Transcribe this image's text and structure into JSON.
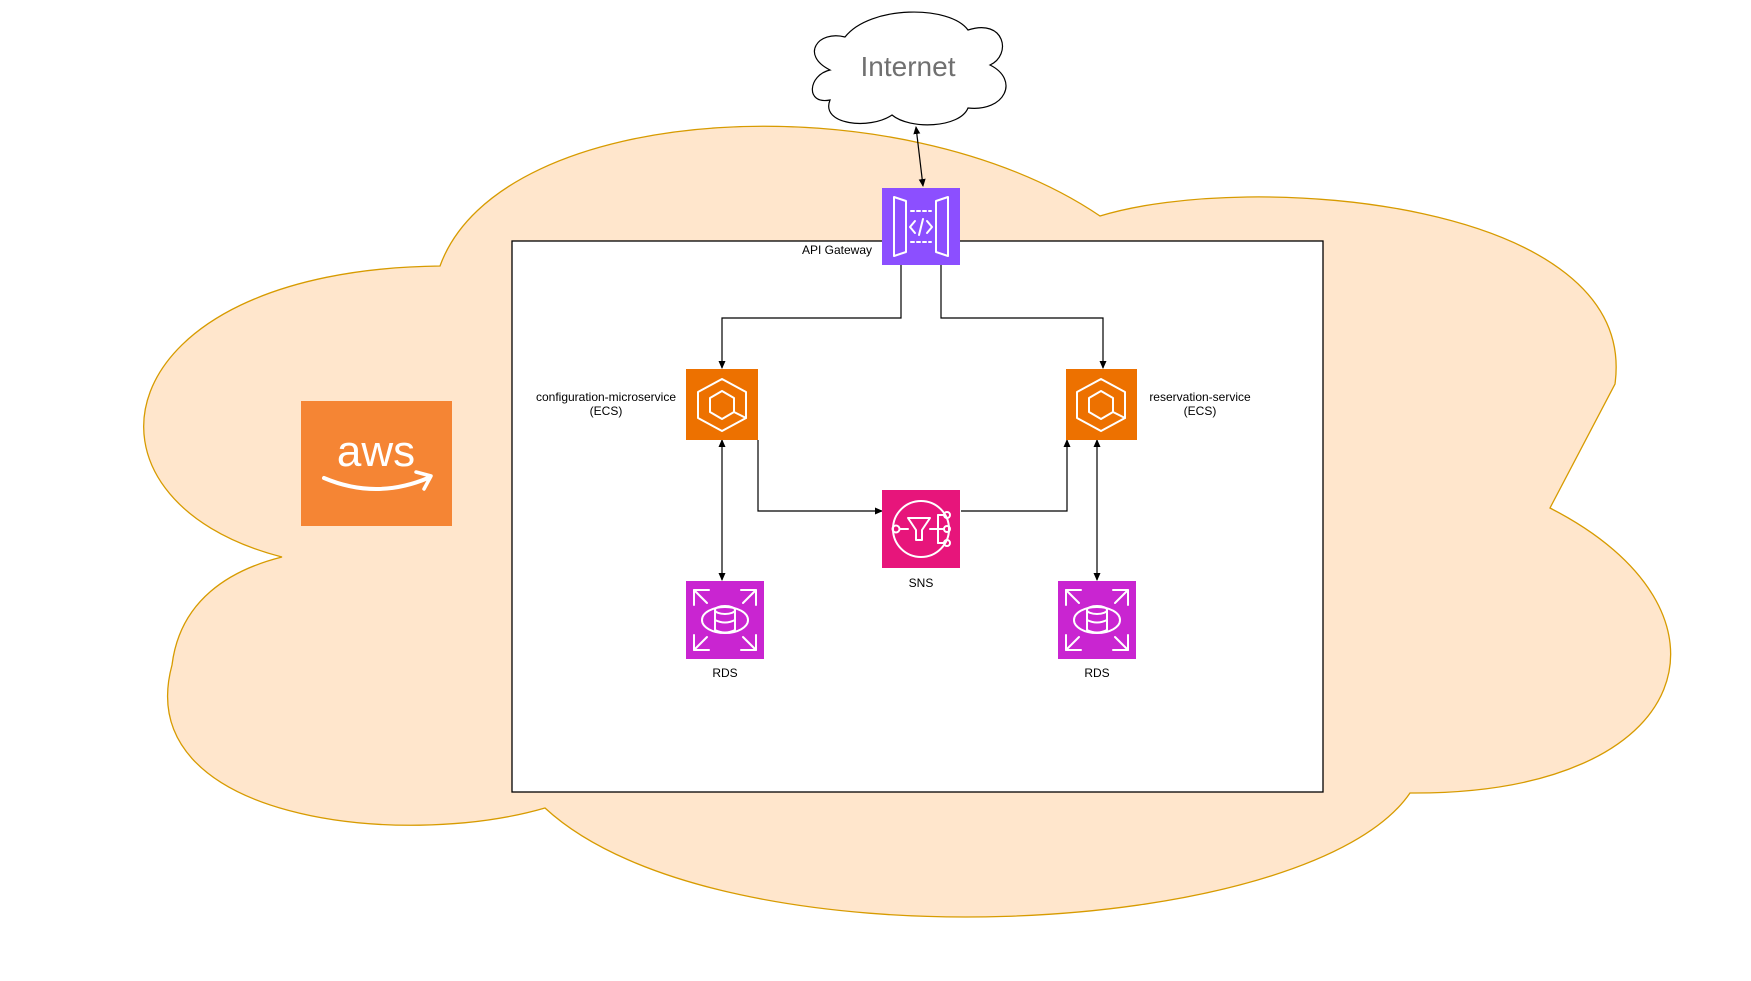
{
  "internet": {
    "label": "Internet"
  },
  "aws_logo": {
    "text": "aws"
  },
  "nodes": {
    "api_gateway": {
      "label": "API Gateway"
    },
    "config_service": {
      "label_line1": "configuration-microservice",
      "label_line2": "(ECS)"
    },
    "reservation_service": {
      "label_line1": "reservation-service",
      "label_line2": "(ECS)"
    },
    "sns": {
      "label": "SNS"
    },
    "rds_left": {
      "label": "RDS"
    },
    "rds_right": {
      "label": "RDS"
    }
  },
  "icons": {
    "api_gateway": "api-gateway-icon",
    "ecs": "ecs-icon",
    "sns": "sns-icon",
    "rds": "rds-icon",
    "cloud": "cloud-icon",
    "aws_logo": "aws-logo-icon"
  },
  "colors": {
    "aws_cloud_fill": "#ffe6cc",
    "aws_cloud_stroke": "#d79b00",
    "internet_cloud_fill": "#ffffff",
    "internet_cloud_stroke": "#000000",
    "aws_logo_bg": "#f58534",
    "api_gateway": "#8c4fff",
    "ecs": "#ed7100",
    "sns": "#e7157b",
    "rds": "#c925d1",
    "vpc_box_stroke": "#000000"
  },
  "edges": [
    {
      "from": "internet",
      "to": "api_gateway",
      "bidirectional": true
    },
    {
      "from": "api_gateway",
      "to": "config_service",
      "bidirectional": false
    },
    {
      "from": "api_gateway",
      "to": "reservation_service",
      "bidirectional": false
    },
    {
      "from": "config_service",
      "to": "sns",
      "bidirectional": false
    },
    {
      "from": "sns",
      "to": "reservation_service",
      "bidirectional": false
    },
    {
      "from": "config_service",
      "to": "rds_left",
      "bidirectional": true
    },
    {
      "from": "reservation_service",
      "to": "rds_right",
      "bidirectional": true
    }
  ]
}
